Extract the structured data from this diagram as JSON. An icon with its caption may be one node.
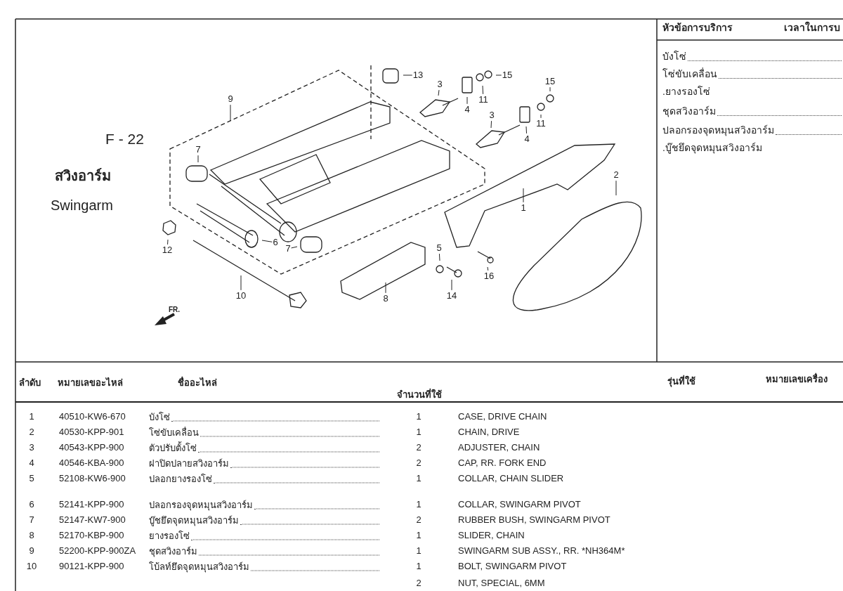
{
  "diagram": {
    "nodes": [
      {
        "text": [
          "13"
        ]
      },
      {
        "text": [
          "3"
        ]
      },
      {
        "text": [
          "4"
        ]
      },
      {
        "text": [
          "11"
        ]
      },
      {
        "text": [
          "15"
        ]
      },
      {
        "text": [
          "15"
        ]
      },
      {
        "text": [
          "3"
        ]
      },
      {
        "text": [
          "11"
        ]
      },
      {
        "text": [
          "4"
        ]
      },
      {
        "text": [
          "9"
        ]
      },
      {
        "text": [
          "7"
        ]
      },
      {
        "text": [
          "1"
        ]
      },
      {
        "text": [
          "2"
        ]
      },
      {
        "text": [
          "12"
        ]
      },
      {
        "text": [
          "6"
        ]
      },
      {
        "text": [
          "7"
        ]
      },
      {
        "text": [
          "5"
        ]
      },
      {
        "text": [
          "16"
        ]
      },
      {
        "text": [
          "10"
        ]
      },
      {
        "text": [
          "8"
        ]
      },
      {
        "text": [
          "14"
        ]
      }
    ],
    "edges": [
      {
        "from": 0,
        "to": null,
        "arrow": "none"
      },
      {
        "from": 1,
        "to": null,
        "arrow": "none"
      },
      {
        "from": 2,
        "to": null,
        "arrow": "none"
      },
      {
        "from": 3,
        "to": null,
        "arrow": "none"
      },
      {
        "from": 4,
        "to": null,
        "arrow": "none"
      },
      {
        "from": 5,
        "to": null,
        "arrow": "none"
      },
      {
        "from": 6,
        "to": null,
        "arrow": "none"
      },
      {
        "from": 7,
        "to": null,
        "arrow": "none"
      },
      {
        "from": 8,
        "to": null,
        "arrow": "none"
      },
      {
        "from": 9,
        "to": null,
        "arrow": "none"
      },
      {
        "from": 10,
        "to": null,
        "arrow": "none"
      },
      {
        "from": 11,
        "to": null,
        "arrow": "none"
      },
      {
        "from": 12,
        "to": null,
        "arrow": "none"
      },
      {
        "from": 13,
        "to": null,
        "arrow": "none"
      },
      {
        "from": 14,
        "to": null,
        "arrow": "none"
      },
      {
        "from": 15,
        "to": null,
        "arrow": "none"
      },
      {
        "from": 16,
        "to": null,
        "arrow": "none"
      },
      {
        "from": 17,
        "to": null,
        "arrow": "none"
      },
      {
        "from": 18,
        "to": null,
        "arrow": "none"
      },
      {
        "from": 19,
        "to": null,
        "arrow": "none"
      },
      {
        "from": 20,
        "to": null,
        "arrow": "none"
      }
    ],
    "labels": [
      "F - 22",
      "สวิงอาร์ม",
      "Swingarm",
      "FR.",
      "หัวข้อการบริการ",
      "เวลาในการบ",
      "บังโซ่",
      "โซ่ขับเคลื่อน",
      ".ยางรองโซ่",
      "ชุดสวิงอาร์ม",
      "ปลอกรองจุดหมุนสวิงอาร์ม",
      ".บู๊ชยึดจุดหมุนสวิงอาร์ม",
      "ลำดับ",
      "หมายเลขอะไหล่",
      "ชื่ออะไหล่",
      "จำนวนที่ใช้",
      "รุ่นที่ใช้",
      "หมายเลขเครื่อง",
      "1",
      "40510-KW6-670",
      "บังโซ่",
      "1",
      "CASE, DRIVE CHAIN",
      "2",
      "40530-KPP-901",
      "โซ่ขับเคลื่อน",
      "1",
      "CHAIN, DRIVE",
      "3",
      "40543-KPP-900",
      "ตัวปรับตั้งโซ่",
      "2",
      "ADJUSTER, CHAIN",
      "4",
      "40546-KBA-900",
      "ฝาปิดปลายสวิงอาร์ม",
      "2",
      "CAP, RR. FORK END",
      "5",
      "52108-KW6-900",
      "ปลอกยางรองโซ่",
      "1",
      "COLLAR, CHAIN SLIDER",
      "6",
      "52141-KPP-900",
      "ปลอกรองจุดหมุนสวิงอาร์ม",
      "1",
      "COLLAR, SWINGARM PIVOT",
      "7",
      "52147-KW7-900",
      "บู๊ชยึดจุดหมุนสวิงอาร์ม",
      "2",
      "RUBBER BUSH, SWINGARM PIVOT",
      "8",
      "52170-KBP-900",
      "ยางรองโซ่",
      "1",
      "SLIDER, CHAIN",
      "9",
      "52200-KPP-900ZA",
      "ชุดสวิงอาร์ม",
      "1",
      "SWINGARM SUB ASSY., RR. *NH364M*",
      "10",
      "90121-KPP-900",
      "โบ้ลท์ยึดจุดหมุนสวิงอาร์ม",
      "1",
      "BOLT, SWINGARM PIVOT",
      "2",
      "NUT, SPECIAL, 6MM"
    ]
  }
}
